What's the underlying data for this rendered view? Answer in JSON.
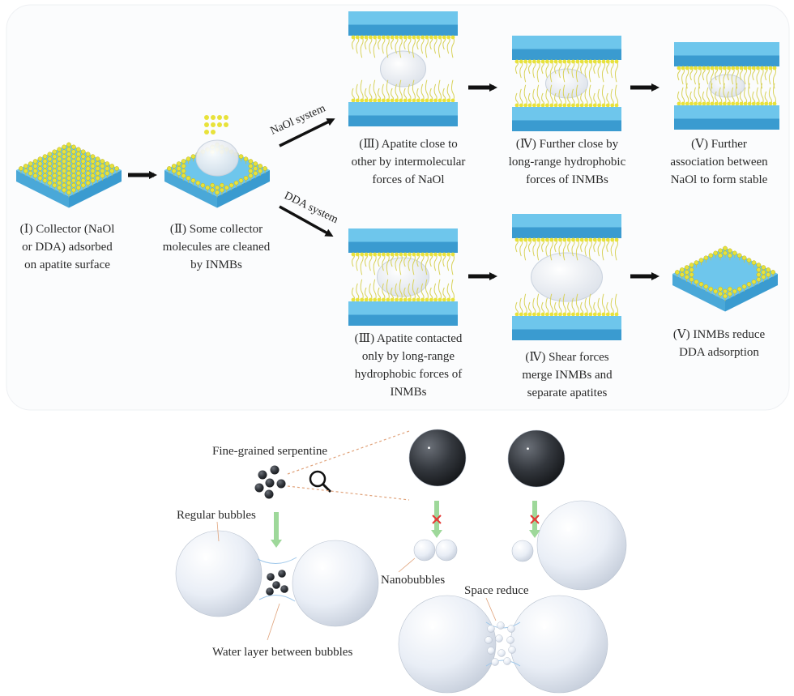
{
  "colors": {
    "slab_top": "#6ec6ec",
    "slab_side": "#3a9bd0",
    "molecule": "#e8e23a",
    "bubble": "#eef2f8",
    "arrow": "#111111",
    "green_arrow": "#9ed89a",
    "cross": "#e53935",
    "particle": "#2b2e33",
    "guide": "#e0a27a"
  },
  "top": {
    "systems": {
      "naol": "NaOl system",
      "dda": "DDA system"
    },
    "stage1": [
      "(Ⅰ) Collector (NaOl",
      "or DDA) adsorbed",
      "on apatite surface"
    ],
    "stage2": [
      "(Ⅱ) Some collector",
      "molecules are cleaned",
      "by INMBs"
    ],
    "naol": {
      "s3": [
        "(Ⅲ) Apatite close to",
        "other by intermolecular",
        "forces of NaOl"
      ],
      "s4": [
        "(Ⅳ) Further close by",
        "long-range hydrophobic",
        "forces of INMBs"
      ],
      "s5": [
        "(Ⅴ) Further",
        "association between",
        "NaOl to form stable"
      ]
    },
    "dda": {
      "s3": [
        "(Ⅲ) Apatite contacted",
        "only by long-range",
        "hydrophobic forces of",
        "INMBs"
      ],
      "s4": [
        "(Ⅳ) Shear forces",
        "merge INMBs and",
        "separate apatites"
      ],
      "s5": [
        "(Ⅴ) INMBs reduce",
        "DDA adsorption"
      ]
    }
  },
  "bottom": {
    "serpentine": "Fine-grained serpentine",
    "regular_bubbles": "Regular bubbles",
    "water_layer": "Water layer between bubbles",
    "nanobubbles": "Nanobubbles",
    "space_reduce": "Space reduce"
  }
}
